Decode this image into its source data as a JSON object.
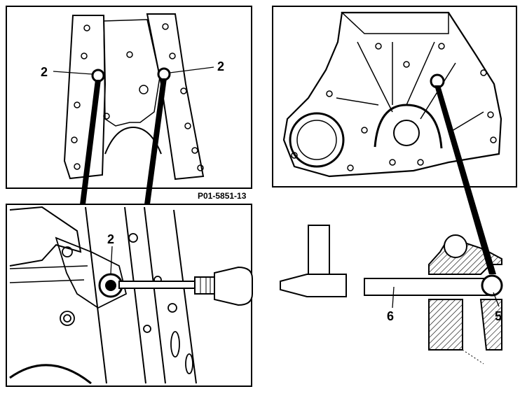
{
  "figure_code": "P01-5851-13",
  "callouts": {
    "top_left_a": "2",
    "top_left_b": "2",
    "bottom_left": "2",
    "bottom_right_drift": "6",
    "bottom_right_bush": "5"
  }
}
